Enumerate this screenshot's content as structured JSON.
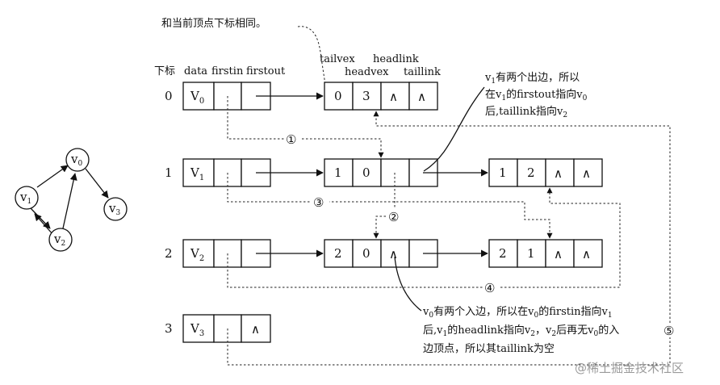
{
  "top_note": "和当前顶点下标相同。",
  "headers": {
    "index": "下标",
    "data": "data",
    "firstin": "firstin",
    "firstout": "firstout",
    "tailvex": "tailvex",
    "headvex": "headvex",
    "headlink": "headlink",
    "taillink": "taillink"
  },
  "vertices": [
    {
      "index": "0",
      "label": "V",
      "sub": "0"
    },
    {
      "index": "1",
      "label": "V",
      "sub": "1"
    },
    {
      "index": "2",
      "label": "V",
      "sub": "2"
    },
    {
      "index": "3",
      "label": "V",
      "sub": "3",
      "firstout": "∧"
    }
  ],
  "arcs": [
    {
      "tail": "0",
      "head": "3",
      "headlink": "∧",
      "taillink": "∧"
    },
    {
      "tail": "1",
      "head": "0",
      "headlink": "",
      "taillink": ""
    },
    {
      "tail": "1",
      "head": "2",
      "headlink": "∧",
      "taillink": "∧"
    },
    {
      "tail": "2",
      "head": "0",
      "headlink": "∧",
      "taillink": ""
    },
    {
      "tail": "2",
      "head": "1",
      "headlink": "∧",
      "taillink": "∧"
    }
  ],
  "graph": {
    "nodes": [
      {
        "label": "v",
        "sub": "0"
      },
      {
        "label": "v",
        "sub": "1"
      },
      {
        "label": "v",
        "sub": "2"
      },
      {
        "label": "v",
        "sub": "3"
      }
    ]
  },
  "markers": [
    "①",
    "②",
    "③",
    "④",
    "⑤"
  ],
  "notes": {
    "n1": {
      "l1a": "v",
      "l1s": "1",
      "l1b": "有两个出边，所以",
      "l2a": "在v",
      "l2s": "1",
      "l2b": "的firstout指向v",
      "l2s2": "0",
      "l3a": "后,taillink指向v",
      "l3s": "2"
    },
    "n2": {
      "l1a": "v",
      "l1s": "0",
      "l1b": "有两个入边，所以在v",
      "l1s2": "0",
      "l1c": "的firstin指向v",
      "l1s3": "1",
      "l2a": "后,v",
      "l2s": "1",
      "l2b": "的headlink指向v",
      "l2s2": "2",
      "l2c": "，v",
      "l2s3": "2",
      "l2d": "后再无v",
      "l2s4": "0",
      "l2e": "的入",
      "l3": "边顶点，所以其taillink为空"
    }
  },
  "watermark": "@稀土掘金技术社区"
}
